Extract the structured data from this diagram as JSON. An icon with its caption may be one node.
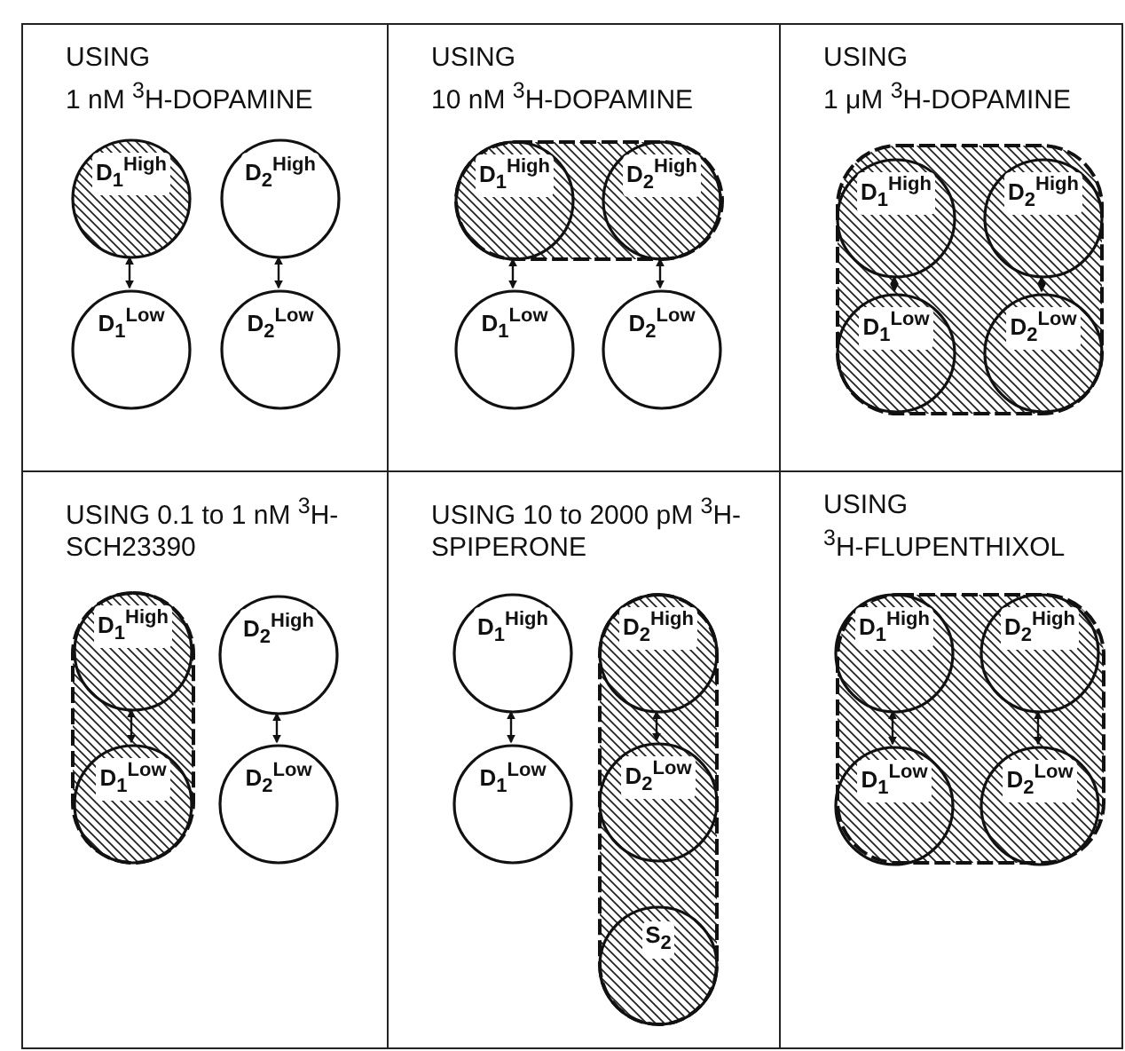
{
  "diagram": {
    "nodes": [
      {
        "text": [
          "USING",
          "1 nM $^{3}$H-DOPAMINE"
        ]
      },
      {
        "text": [
          "D$_{1}$$^{High}$"
        ],
        "in": 0
      },
      {
        "text": [
          "D$_{2}$$^{High}$"
        ],
        "in": 0
      },
      {
        "text": [
          "D$_{1}$$^{Low}$"
        ],
        "in": 0
      },
      {
        "text": [
          "D$_{2}$$^{Low}$"
        ],
        "in": 0
      },
      {
        "text": [
          "USING",
          "10 nM $^{3}$H-DOPAMINE"
        ]
      },
      {
        "text": [],
        "shape": "box",
        "in": 5
      },
      {
        "text": [
          "D$_{1}$$^{High}$"
        ],
        "in": 6
      },
      {
        "text": [
          "D$_{2}$$^{High}$"
        ],
        "in": 6
      },
      {
        "text": [
          "D$_{1}$$^{Low}$"
        ],
        "in": 5
      },
      {
        "text": [
          "D$_{2}$$^{Low}$"
        ],
        "in": 5
      },
      {
        "text": [
          "USING",
          "1 μM $^{3}$H-DOPAMINE"
        ]
      },
      {
        "text": [],
        "shape": "box",
        "in": 11
      },
      {
        "text": [
          "D$_{1}$$^{High}$"
        ],
        "in": 12
      },
      {
        "text": [
          "D$_{2}$$^{High}$"
        ],
        "in": 12
      },
      {
        "text": [
          "D$_{1}$$^{Low}$"
        ],
        "in": 12
      },
      {
        "text": [
          "D$_{2}$$^{Low}$"
        ],
        "in": 12
      },
      {
        "text": [
          "USING 0.1 to 1 nM $^{3}$H-SCH23390"
        ]
      },
      {
        "text": [],
        "shape": "box",
        "in": 17
      },
      {
        "text": [
          "D$_{1}$$^{High}$"
        ],
        "in": 18
      },
      {
        "text": [
          "D$_{2}$$^{High}$"
        ],
        "in": 17
      },
      {
        "text": [
          "D$_{1}$$^{Low}$"
        ],
        "in": 18
      },
      {
        "text": [
          "D$_{2}$$^{Low}$"
        ],
        "in": 17
      },
      {
        "text": [
          "USING 10 to 2000 pM $^{3}$H-SPIPERONE"
        ]
      },
      {
        "text": [
          "D$_{1}$$^{High}$"
        ],
        "in": 23
      },
      {
        "text": [],
        "shape": "box",
        "in": 23
      },
      {
        "text": [
          "D$_{2}$$^{High}$"
        ],
        "in": 25
      },
      {
        "text": [
          "D$_{1}$$^{Low}$"
        ],
        "in": 23
      },
      {
        "text": [
          "D$_{2}$$^{Low}$"
        ],
        "in": 25
      },
      {
        "text": [
          "S$_{2}$"
        ],
        "in": 25
      },
      {
        "text": [
          "USING",
          "$^{3}$H-FLUPENTHIXOL"
        ]
      },
      {
        "text": [],
        "shape": "box",
        "in": 30
      },
      {
        "text": [
          "D$_{1}$$^{High}$"
        ],
        "in": 31
      },
      {
        "text": [
          "D$_{2}$$^{High}$"
        ],
        "in": 31
      },
      {
        "text": [
          "D$_{1}$$^{Low}$"
        ],
        "in": 31
      },
      {
        "text": [
          "D$_{2}$$^{Low}$"
        ],
        "in": 31
      }
    ],
    "edges": [
      {
        "from": 1,
        "to": 3,
        "arrow": "both"
      },
      {
        "from": 2,
        "to": 4,
        "arrow": "both"
      },
      {
        "from": 7,
        "to": 9,
        "arrow": "both"
      },
      {
        "from": 8,
        "to": 10,
        "arrow": "both"
      },
      {
        "from": 13,
        "to": 15,
        "arrow": "both"
      },
      {
        "from": 14,
        "to": 16,
        "arrow": "both"
      },
      {
        "from": 19,
        "to": 21,
        "arrow": "both"
      },
      {
        "from": 20,
        "to": 22,
        "arrow": "both"
      },
      {
        "from": 24,
        "to": 27,
        "arrow": "both"
      },
      {
        "from": 26,
        "to": 28,
        "arrow": "both"
      },
      {
        "from": 32,
        "to": 34,
        "arrow": "both"
      },
      {
        "from": 33,
        "to": 35,
        "arrow": "both"
      }
    ]
  }
}
